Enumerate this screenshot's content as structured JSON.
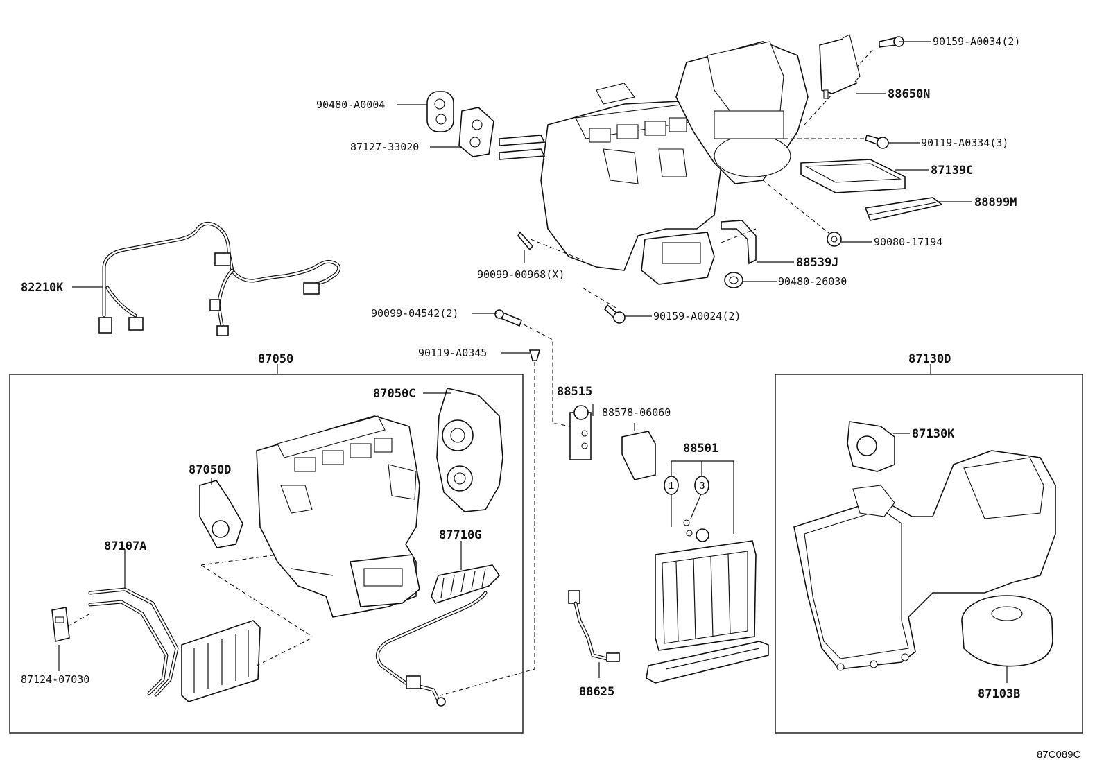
{
  "parts": {
    "p90159_A0034": "90159-A0034(2)",
    "p88650N": "88650N",
    "p90119_A0334": "90119-A0334(3)",
    "p87139C": "87139C",
    "p88899M": "88899M",
    "p90080_17194": "90080-17194",
    "p88539J": "88539J",
    "p90480_26030": "90480-26030",
    "p90159_A0024": "90159-A0024(2)",
    "p90099_00968": "90099-00968(X)",
    "p90480_A0004": "90480-A0004",
    "p87127_33020": "87127-33020",
    "p82210K": "82210K",
    "p90099_04542": "90099-04542(2)",
    "p90119_A0345": "90119-A0345",
    "p87050": "87050",
    "p87050C": "87050C",
    "p87050D": "87050D",
    "p87107A": "87107A",
    "p87710G": "87710G",
    "p87124_07030": "87124-07030",
    "p88515": "88515",
    "p88578_06060": "88578-06060",
    "p88501": "88501",
    "p88625": "88625",
    "p87130D": "87130D",
    "p87130K": "87130K",
    "p87103B": "87103B"
  },
  "callouts": {
    "c1": "1",
    "c3": "3"
  },
  "figure_ref": "87C089C"
}
